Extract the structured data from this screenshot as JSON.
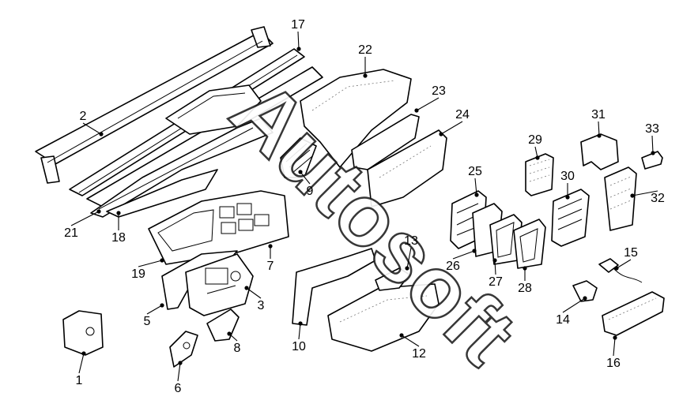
{
  "watermark": "Autosoft",
  "callouts": [
    "1",
    "2",
    "3",
    "5",
    "6",
    "7",
    "8",
    "9",
    "10",
    "12",
    "13",
    "14",
    "15",
    "16",
    "17",
    "18",
    "19",
    "21",
    "22",
    "23",
    "24",
    "25",
    "26",
    "27",
    "28",
    "29",
    "30",
    "31",
    "32",
    "33"
  ]
}
